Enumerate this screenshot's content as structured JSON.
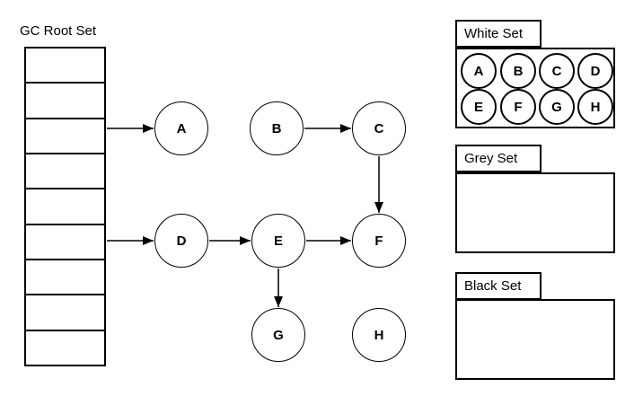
{
  "root_set": {
    "label": "GC Root Set",
    "slots": 9,
    "pointers": [
      {
        "slot": 3,
        "target": "A"
      },
      {
        "slot": 6,
        "target": "D"
      }
    ]
  },
  "graph": {
    "nodes": [
      {
        "id": "A",
        "label": "A"
      },
      {
        "id": "B",
        "label": "B"
      },
      {
        "id": "C",
        "label": "C"
      },
      {
        "id": "D",
        "label": "D"
      },
      {
        "id": "E",
        "label": "E"
      },
      {
        "id": "F",
        "label": "F"
      },
      {
        "id": "G",
        "label": "G"
      },
      {
        "id": "H",
        "label": "H"
      }
    ],
    "edges": [
      {
        "from": "root",
        "to": "A"
      },
      {
        "from": "root",
        "to": "D"
      },
      {
        "from": "B",
        "to": "C"
      },
      {
        "from": "C",
        "to": "F"
      },
      {
        "from": "D",
        "to": "E"
      },
      {
        "from": "E",
        "to": "F"
      },
      {
        "from": "E",
        "to": "G"
      }
    ]
  },
  "sets": {
    "white": {
      "label": "White Set",
      "members": [
        "A",
        "B",
        "C",
        "D",
        "E",
        "F",
        "G",
        "H"
      ]
    },
    "grey": {
      "label": "Grey Set",
      "members": []
    },
    "black": {
      "label": "Black Set",
      "members": []
    }
  },
  "colors": {
    "stroke": "#000000",
    "background": "#ffffff"
  }
}
